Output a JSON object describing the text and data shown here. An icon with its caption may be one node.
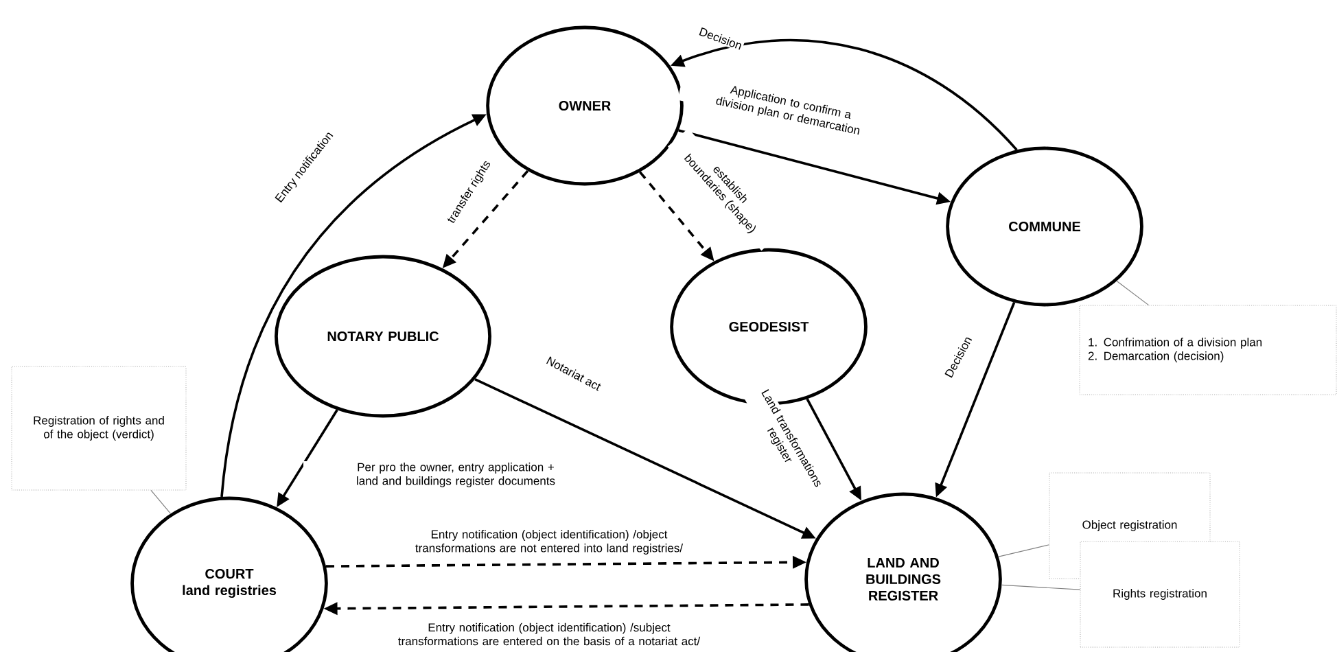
{
  "diagram": {
    "nodes": [
      {
        "text": [
          "OWNER"
        ]
      },
      {
        "text": [
          "COMMUNE"
        ]
      },
      {
        "text": [
          "NOTARY PUBLIC"
        ]
      },
      {
        "text": [
          "GEODESIST"
        ]
      },
      {
        "text": [
          "COURT",
          "land registries"
        ]
      },
      {
        "text": [
          "LAND AND BUILDINGS REGISTER"
        ]
      },
      {
        "text": [
          "Registration of rights and of the object (verdict)"
        ]
      },
      {
        "text": [
          "1. Confrimation of a division plan",
          "2. Demarcation (decision)"
        ]
      },
      {
        "text": [
          "Object registration"
        ]
      },
      {
        "text": [
          "Rights registration"
        ]
      }
    ],
    "edges": [
      {
        "from": 1,
        "to": 0,
        "arrow": "to",
        "label": "Decision"
      },
      {
        "from": 0,
        "to": 1,
        "arrow": "to",
        "label": "Application to confirm a division plan or demarcation"
      },
      {
        "from": 4,
        "to": 0,
        "arrow": "to",
        "label": "Entry notification"
      },
      {
        "from": 0,
        "to": 2,
        "arrow": "to",
        "label": "transfer rights",
        "style": "dashed"
      },
      {
        "from": 0,
        "to": 3,
        "arrow": "to",
        "label": "establish boundaries (shape)",
        "style": "dashed"
      },
      {
        "from": 2,
        "to": 4,
        "arrow": "to",
        "label": "Per pro the owner, entry application + land and buildings register documents"
      },
      {
        "from": 2,
        "to": 5,
        "arrow": "to",
        "label": "Notariat act"
      },
      {
        "from": 3,
        "to": 5,
        "arrow": "to",
        "label": "Land transformations register"
      },
      {
        "from": 1,
        "to": 5,
        "arrow": "to",
        "label": "Decision"
      },
      {
        "from": 4,
        "to": 5,
        "arrow": "to",
        "label": "Entry notification (object identification) /object transformations are not entered into land registries/",
        "style": "dashed"
      },
      {
        "from": 5,
        "to": 4,
        "arrow": "to",
        "label": "Entry notification (object identification) /subject transformations are entered on the basis of a notariat act/",
        "style": "dashed"
      },
      {
        "from": 6,
        "to": 4,
        "arrow": "none",
        "color": "#808080"
      },
      {
        "from": 7,
        "to": 1,
        "arrow": "none",
        "color": "#808080"
      },
      {
        "from": 8,
        "to": 5,
        "arrow": "none",
        "color": "#808080"
      },
      {
        "from": 9,
        "to": 5,
        "arrow": "none",
        "color": "#808080"
      }
    ]
  }
}
